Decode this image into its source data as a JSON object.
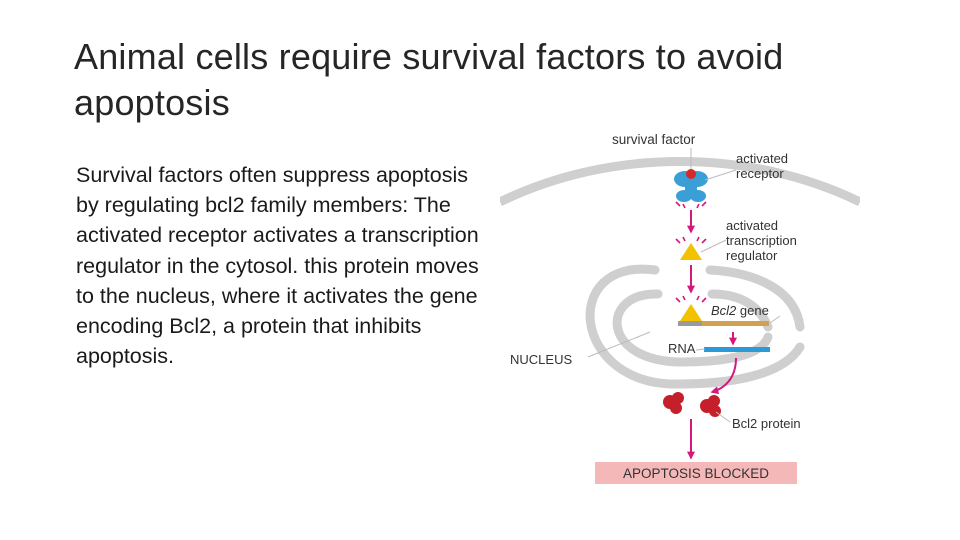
{
  "slide": {
    "title": "Animal cells require survival factors to avoid apoptosis",
    "body": "Survival factors often suppress apoptosis by regulating bcl2 family members: The activated receptor activates a transcription regulator in the cytosol. this protein moves to the nucleus, where it activates the gene encoding Bcl2, a protein that inhibits apoptosis."
  },
  "diagram": {
    "labels": {
      "survival_factor": "survival factor",
      "activated_receptor_1": "activated",
      "activated_receptor_2": "receptor",
      "activated_regulator_1": "activated",
      "activated_regulator_2": "transcription",
      "activated_regulator_3": "regulator",
      "bcl2_gene_italic": "Bcl2",
      "bcl2_gene_rest": " gene",
      "rna": "RNA",
      "nucleus": "NUCLEUS",
      "bcl2_protein": "Bcl2 protein",
      "apoptosis_blocked": "APOPTOSIS BLOCKED"
    },
    "colors": {
      "membrane": "#cfcfcf",
      "receptor": "#3a9fd6",
      "ligand": "#d42a2a",
      "regulator": "#f2c200",
      "gene_bar": "#d2a050",
      "rna_bar": "#2a9ad8",
      "arrow": "#d4187e",
      "protein": "#c41f2a",
      "blocked_box": "#f4b8b8"
    }
  }
}
